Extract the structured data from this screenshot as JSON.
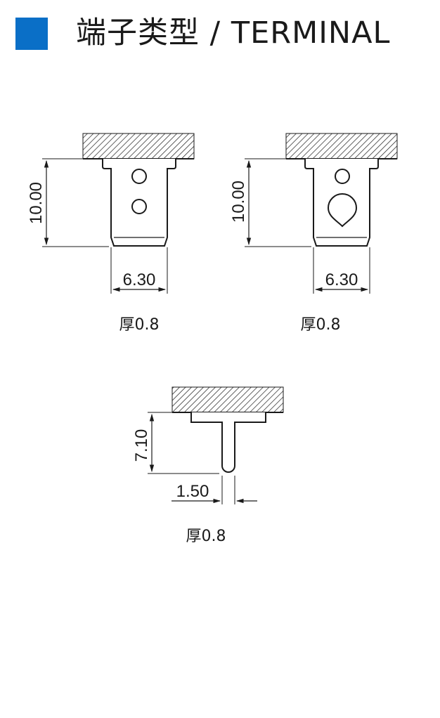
{
  "header": {
    "title": "端子类型 / TERMINAL",
    "accent_color": "#0a6fc7"
  },
  "terminals": [
    {
      "height_label": "10.00",
      "width_label": "6.30",
      "thickness_label": "厚0.8"
    },
    {
      "height_label": "10.00",
      "width_label": "6.30",
      "thickness_label": "厚0.8"
    },
    {
      "height_label": "7.10",
      "width_label": "1.50",
      "thickness_label": "厚0.8"
    }
  ]
}
